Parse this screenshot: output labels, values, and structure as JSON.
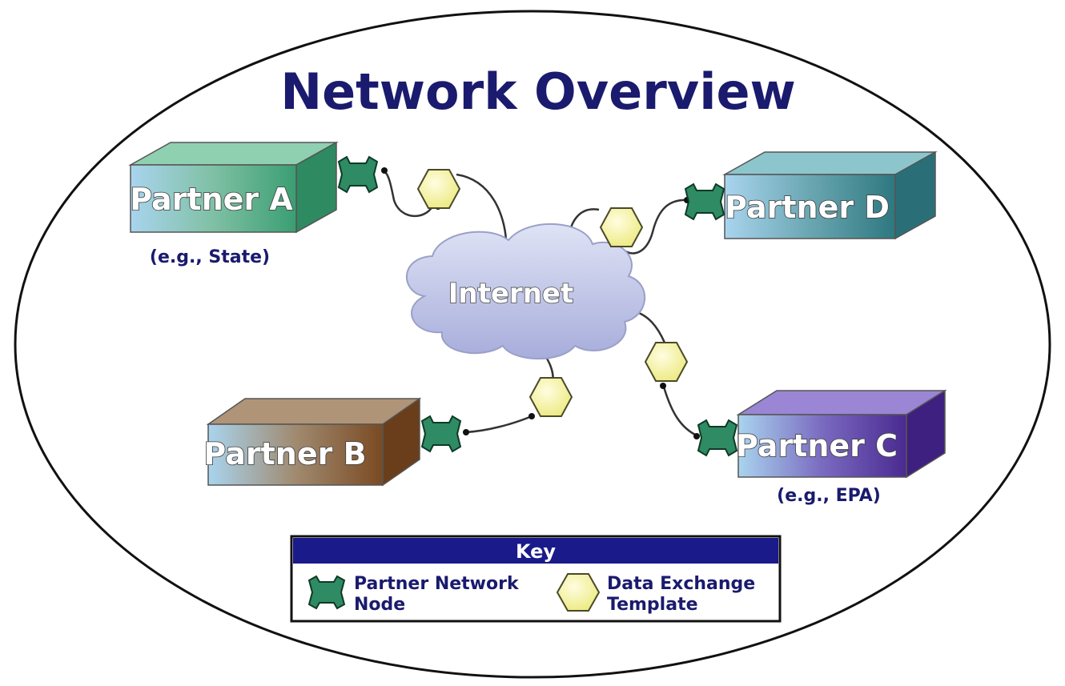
{
  "title": "Network Overview",
  "internet": {
    "label": "Internet"
  },
  "partners": {
    "a": {
      "label": "Partner A",
      "note": "(e.g., State)",
      "color": "#3a9e72"
    },
    "b": {
      "label": "Partner B",
      "color": "#8a5a32"
    },
    "c": {
      "label": "Partner C",
      "note": "(e.g., EPA)",
      "color": "#5a3aa0"
    },
    "d": {
      "label": "Partner D",
      "color": "#3a8a90"
    }
  },
  "key": {
    "heading": "Key",
    "node_line1": "Partner Network",
    "node_line2": "Node",
    "template_line1": "Data Exchange",
    "template_line2": "Template"
  },
  "colors": {
    "title": "#1a1a6e",
    "node": "#2e8b63",
    "template": "#f6f3a0",
    "key_header": "#1a1a8a"
  },
  "icons": {
    "node": "partner-network-node-icon",
    "template": "data-exchange-template-icon"
  }
}
